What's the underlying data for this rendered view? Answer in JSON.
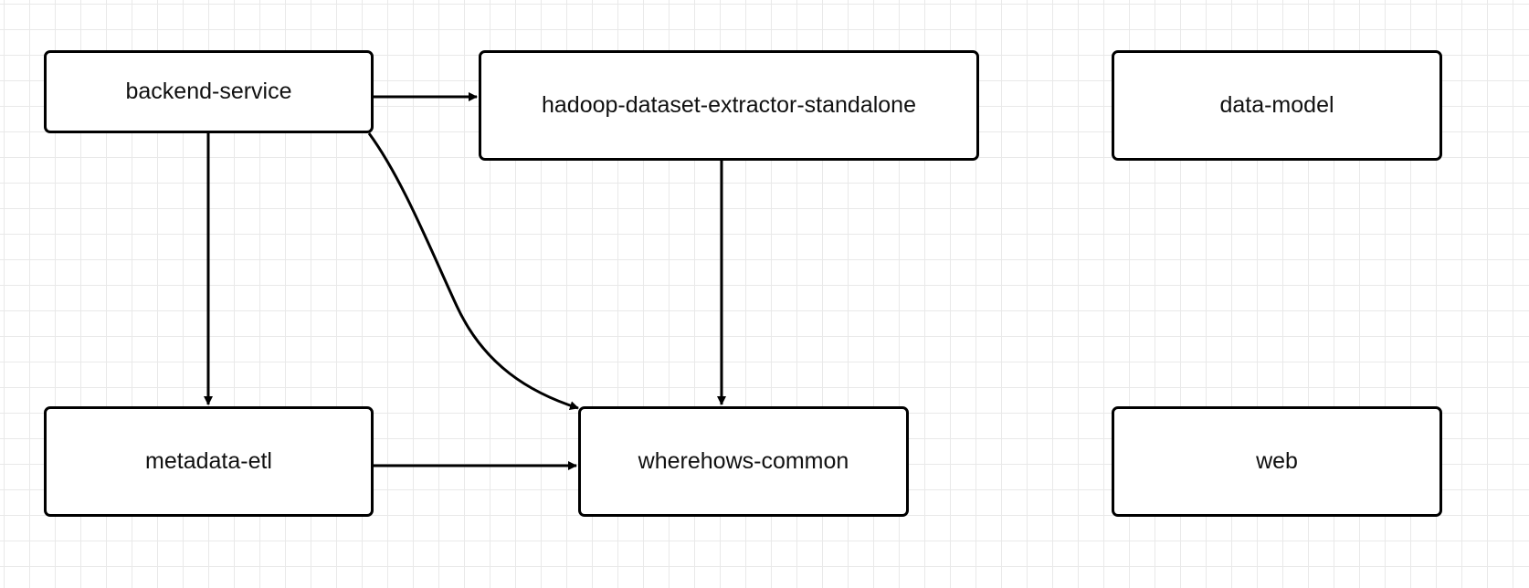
{
  "nodes": {
    "backend_service": "backend-service",
    "hadoop_extractor": "hadoop-dataset-extractor-standalone",
    "data_model": "data-model",
    "metadata_etl": "metadata-etl",
    "wherehows_common": "wherehows-common",
    "web": "web"
  },
  "edges": [
    {
      "from": "backend-service",
      "to": "hadoop-dataset-extractor-standalone"
    },
    {
      "from": "backend-service",
      "to": "metadata-etl"
    },
    {
      "from": "backend-service",
      "to": "wherehows-common"
    },
    {
      "from": "hadoop-dataset-extractor-standalone",
      "to": "wherehows-common"
    },
    {
      "from": "metadata-etl",
      "to": "wherehows-common"
    }
  ],
  "colors": {
    "grid": "#e9e9e9",
    "stroke": "#000000",
    "node_fill": "#ffffff"
  }
}
